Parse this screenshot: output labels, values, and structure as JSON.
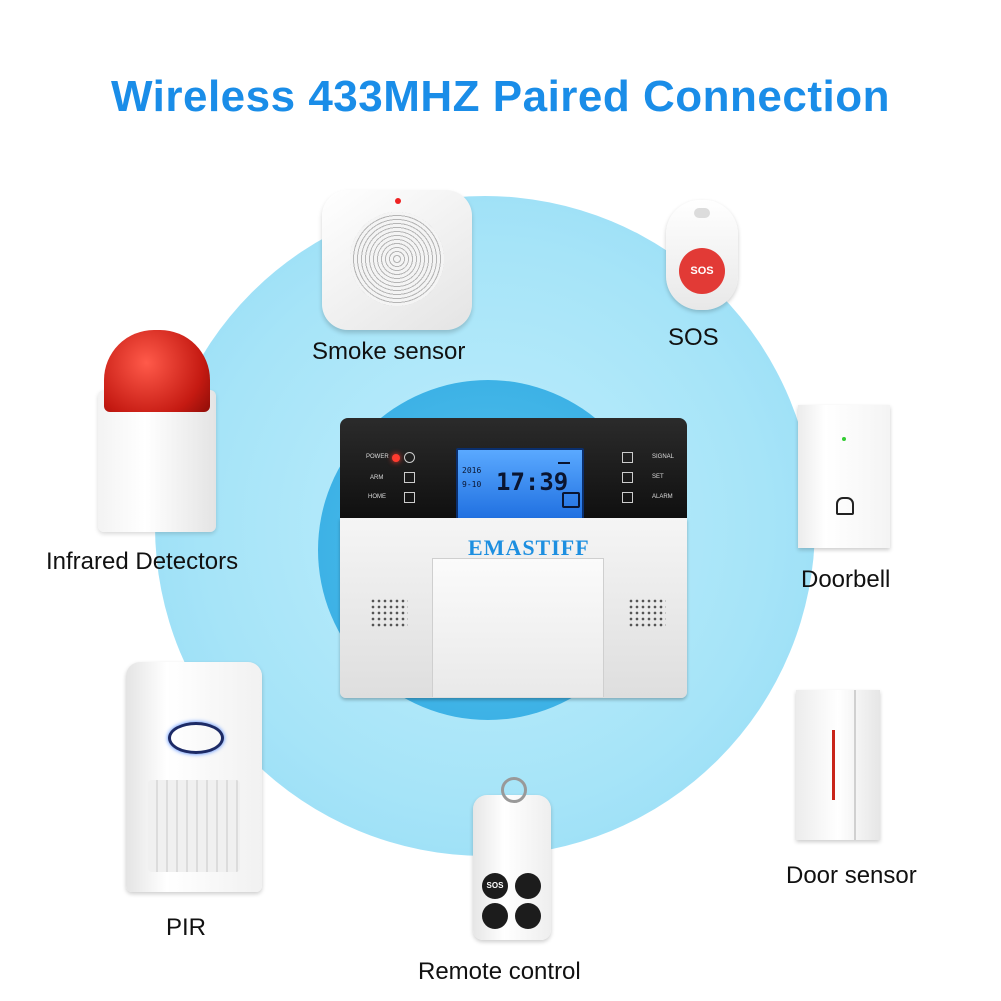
{
  "title": "Wireless 433MHZ Paired Connection",
  "panel": {
    "brand": "EMASTIFF",
    "lcd_time": "17:39",
    "lcd_date": "2016",
    "lcd_date2": "9-10",
    "left_buttons": [
      "POWER",
      "ARM",
      "HOME"
    ],
    "right_buttons": [
      "SIGNAL",
      "SET",
      "ALARM"
    ]
  },
  "devices": {
    "smoke": "Smoke sensor",
    "sos": "SOS",
    "sos_button": "SOS",
    "siren": "Infrared Detectors",
    "doorbell": "Doorbell",
    "pir": "PIR",
    "remote": "Remote control",
    "remote_sos": "SOS",
    "door_sensor": "Door sensor"
  },
  "colors": {
    "title": "#1a8de8",
    "outer_circle": "#a6e4f8",
    "inner_circle": "#3db2e6",
    "brand": "#1d8fe0"
  }
}
